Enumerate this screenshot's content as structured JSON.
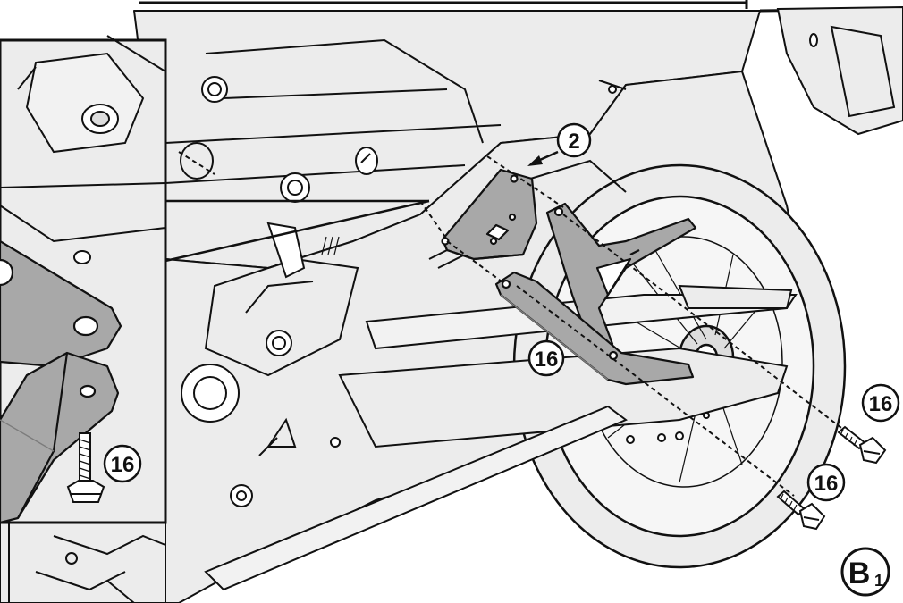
{
  "figure": {
    "step_label": "B1",
    "step_letter": "B",
    "step_number": "1"
  },
  "callouts": {
    "part_2": "2",
    "part_16_bracket": "16",
    "part_16_bolt_right": "16",
    "part_16_bolt_lower": "16",
    "part_16_inset": "16"
  },
  "colors": {
    "line": "#111111",
    "body_fill": "#ececec",
    "part_fill": "#a8a8a8",
    "part_dark": "#7c7c7c",
    "background": "#ffffff"
  }
}
